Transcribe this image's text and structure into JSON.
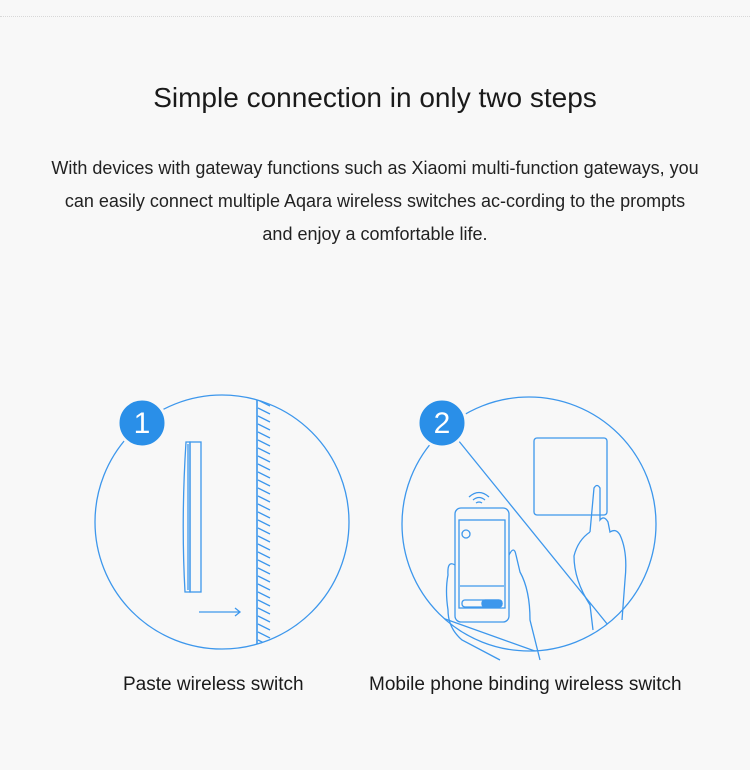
{
  "title": "Simple connection in only two steps",
  "description": "With devices with gateway functions such as Xiaomi multi-function gateways, you can easily connect multiple Aqara wireless switches ac-cording to the prompts and enjoy a comfortable life.",
  "steps": [
    {
      "number": "1",
      "caption": "Paste wireless switch"
    },
    {
      "number": "2",
      "caption": "Mobile phone binding wireless switch"
    }
  ],
  "colors": {
    "accent": "#2a8fe8",
    "line": "#3d97ec"
  }
}
